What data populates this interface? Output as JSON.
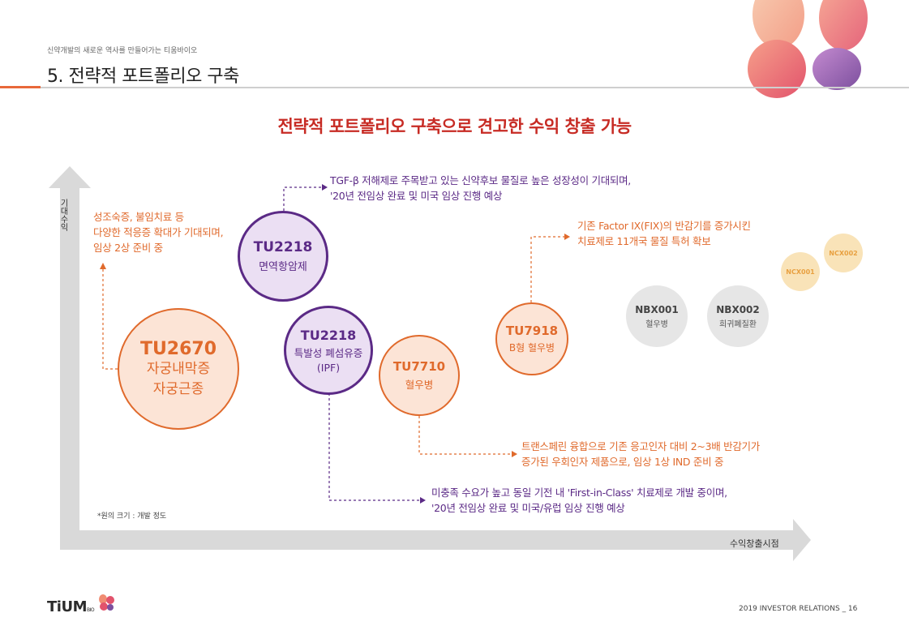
{
  "header": {
    "subtitle": "신약개발의 새로운 역사를 만들어가는 티움바이오",
    "title": "5. 전략적 포트폴리오 구축"
  },
  "headline": "전략적 포트폴리오 구축으로 견고한 수익 창출 가능",
  "axes": {
    "y_label": "기대수익",
    "x_label": "수익창출시점"
  },
  "pipelines": {
    "tu2670": {
      "name": "TU2670",
      "line1": "자궁내막증",
      "line2": "자궁근종"
    },
    "tu2218a": {
      "name": "TU2218",
      "line1": "면역항암제"
    },
    "tu2218b": {
      "name": "TU2218",
      "line1": "특발성 폐섬유증",
      "line2": "(IPF)"
    },
    "tu7710": {
      "name": "TU7710",
      "line1": "혈우병"
    },
    "tu7918": {
      "name": "TU7918",
      "line1": "B형 혈우병"
    },
    "nbx001": {
      "name": "NBX001",
      "line1": "혈우병"
    },
    "nbx002": {
      "name": "NBX002",
      "line1": "희귀폐질환"
    },
    "ncx001": {
      "name": "NCX001"
    },
    "ncx002": {
      "name": "NCX002"
    }
  },
  "notes": {
    "tu2670": [
      "성조숙증, 불임치료 등",
      "다양한 적응증 확대가 기대되며,",
      "임상 2상 준비 중"
    ],
    "tu2218a": [
      "TGF-β 저해제로 주목받고 있는 신약후보  물질로 높은 성장성이 기대되며,",
      "'20년  전임상 완료 및 미국 임상 진행 예상"
    ],
    "tu7918": [
      "기존  Factor IX(FIX)의 반감기를 증가시킨",
      "치료제로 11개국 물질 특허 확보"
    ],
    "tu7710": [
      "트랜스페린 융합으로 기존 응고인자 대비 2~3배 반감기가",
      "증가된 우회인자 제품으로, 임상 1상 IND 준비 중"
    ],
    "tu2218b": [
      "미충족 수요가 높고 동일 기전 내 'First-in-Class' 치료제로 개발 중이며,",
      "'20년 전임상 완료 및 미국/유럽 임상 진행 예상"
    ]
  },
  "footnote": "*원의 크기 : 개발 정도",
  "footer": {
    "logo": "TiUM",
    "logo_sub": "BIO",
    "page": "2019 INVESTOR RELATIONS _ 16"
  },
  "colors": {
    "orange": "#e06a2c",
    "purple": "#5b2a86",
    "headline_red": "#c72b24",
    "gray_circle": "#e6e6e6",
    "light_orange": "#f9e3b8"
  }
}
